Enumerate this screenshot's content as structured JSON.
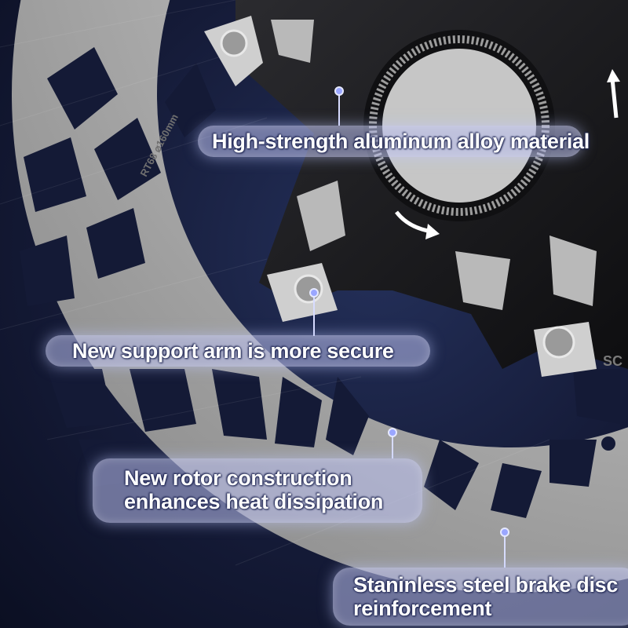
{
  "rotor_engraving": "RT68 ⌀160mm",
  "hub_logo_fragment": "SC",
  "callouts": [
    {
      "id": "aluminum",
      "lines": [
        "High-strength aluminum alloy material"
      ]
    },
    {
      "id": "support-arm",
      "lines": [
        "New support arm is more secure"
      ]
    },
    {
      "id": "rotor-construction",
      "lines": [
        "New rotor construction",
        "enhances heat dissipation"
      ]
    },
    {
      "id": "steel-disc",
      "lines": [
        "Staninless steel brake disc",
        "reinforcement"
      ]
    }
  ],
  "colors": {
    "background": "#151b38",
    "steel": "#b9b9b9",
    "carrier": "#1a1a1c",
    "callout_fill": "#b9c0f0",
    "pointer": "#d8dcff"
  }
}
